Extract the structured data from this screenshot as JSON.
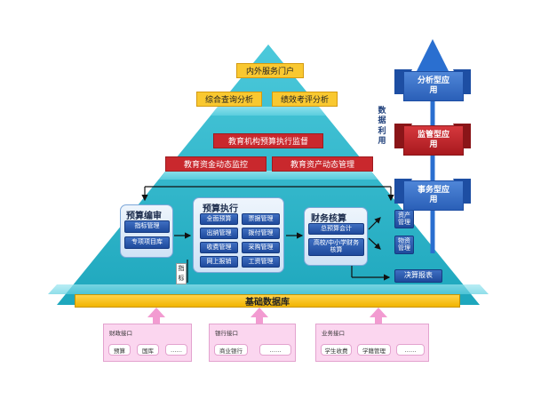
{
  "top": {
    "portal": "内外服务门户",
    "query_analysis": "综合查询分析",
    "performance_analysis": "绩效考评分析",
    "budget_supervision": "教育机构预算执行监督",
    "fund_monitoring": "教育资金动态监控",
    "asset_management": "教育资产动态管理"
  },
  "budget_compile": {
    "title": "预算编审",
    "items": [
      "指标管理",
      "专项项目库"
    ]
  },
  "budget_exec": {
    "title": "预算执行",
    "items": [
      "全面预算",
      "票据管理",
      "出纳管理",
      "拨付管理",
      "收费管理",
      "采购管理",
      "网上报销",
      "工资管理"
    ]
  },
  "finance": {
    "title": "财务核算",
    "items": [
      "总预算会计",
      "高校/中小学财务核算"
    ]
  },
  "side_boxes": [
    "资产管理",
    "物资管理"
  ],
  "final_report": "决算报表",
  "indicator": "指标",
  "foundation": "基础数据库",
  "interfaces": [
    {
      "title": "财政接口",
      "items": [
        "预算",
        "国库",
        "……"
      ]
    },
    {
      "title": "银行接口",
      "items": [
        "商业银行",
        "……"
      ]
    },
    {
      "title": "业务接口",
      "items": [
        "学生收费",
        "学籍管理",
        "……"
      ]
    }
  ],
  "right": {
    "data_use": "数据利用",
    "analysis": "分析型应用",
    "supervision": "监管型应用",
    "transaction": "事务型应用"
  },
  "colors": {
    "pyramid": "#2ab3c8",
    "orange_box": "#f9c830",
    "red_box": "#c9282d",
    "blue_btn": "#2a5aac",
    "pink": "#fbd6ef"
  }
}
